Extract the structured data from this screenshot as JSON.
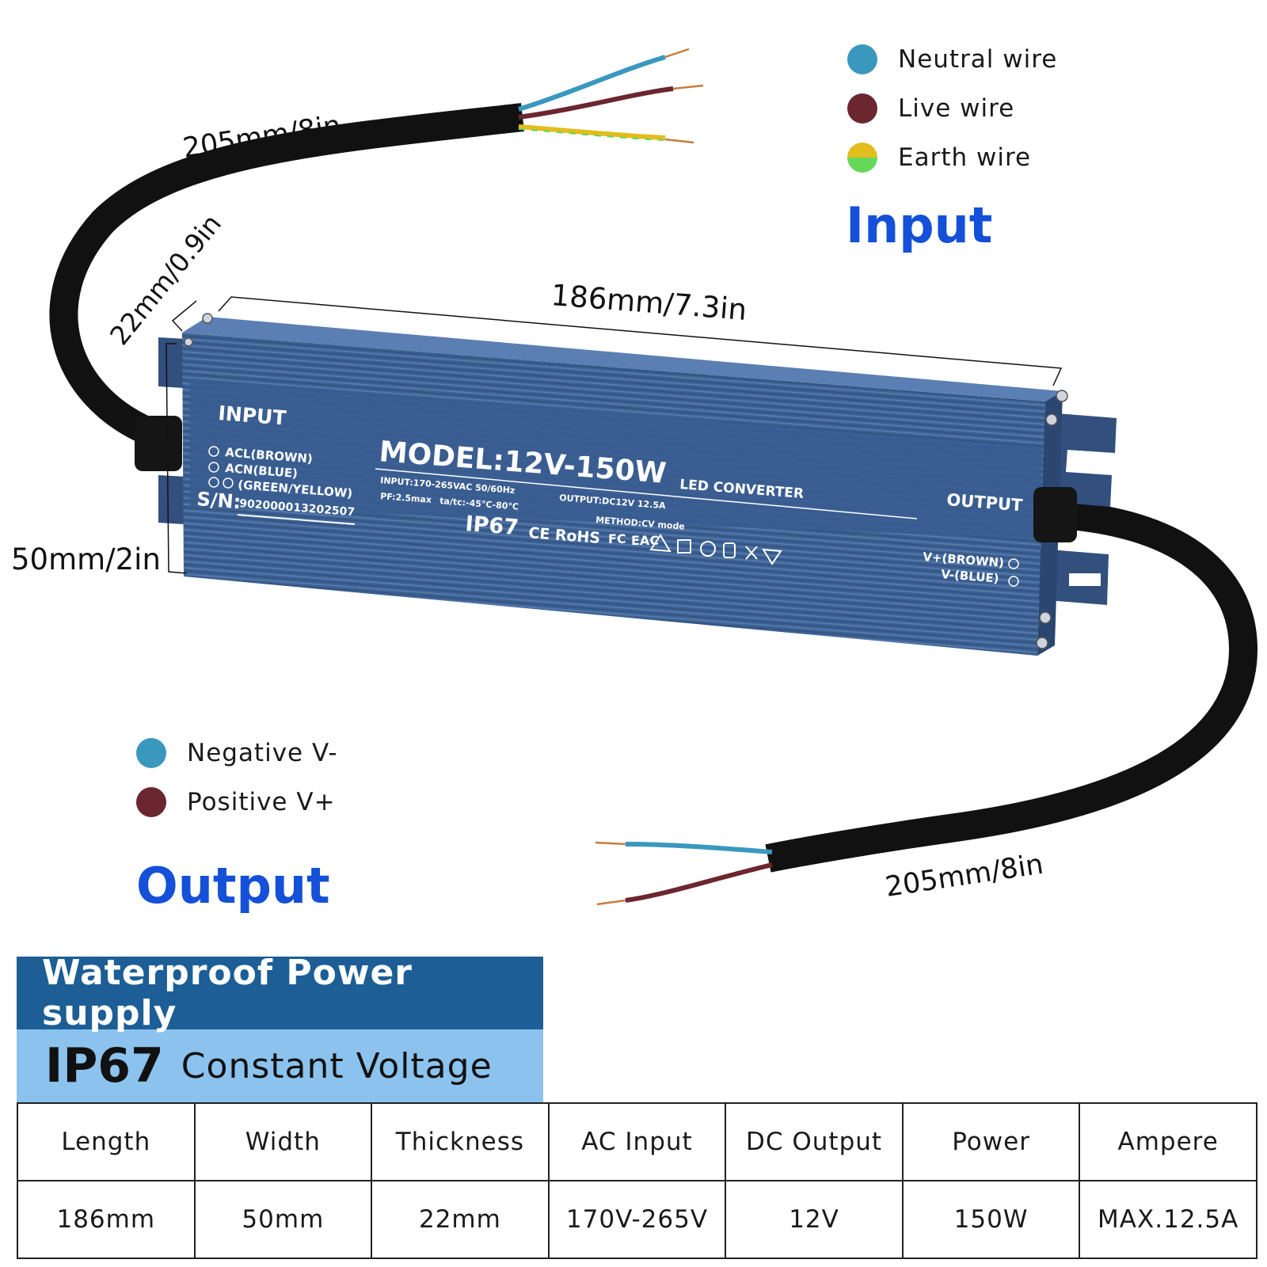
{
  "colors": {
    "neutral": "#3a98bf",
    "live": "#6b2630",
    "earth_yellow": "#e2bd1c",
    "earth_green": "#65d85a",
    "title_blue": "#1450d8",
    "banner_dark": "#1c5e95",
    "banner_light": "#8bc3ee",
    "housing": "#375a8c"
  },
  "input_legend": {
    "title": "Input",
    "items": [
      {
        "label": "Neutral wire",
        "icon": "neutral-dot-icon"
      },
      {
        "label": "Live wire",
        "icon": "live-dot-icon"
      },
      {
        "label": "Earth wire",
        "icon": "earth-dot-icon"
      }
    ]
  },
  "output_legend": {
    "title": "Output",
    "items": [
      {
        "label": "Negative V-",
        "icon": "negative-dot-icon"
      },
      {
        "label": "Positive V+",
        "icon": "positive-dot-icon"
      }
    ]
  },
  "dimensions": {
    "input_cable": "205mm/8in",
    "output_cable": "205mm/8in",
    "thickness": "22mm/0.9in",
    "length": "186mm/7.3in",
    "width": "50mm/2in"
  },
  "device_label": {
    "input_header": "INPUT",
    "acl": "ACL(BROWN)",
    "acn": "ACN(BLUE)",
    "earth": "(GREEN/YELLOW)",
    "sn_prefix": "S/N:",
    "sn": "902000013202507",
    "model": "MODEL:12V-150W",
    "led_converter": "LED CONVERTER",
    "input_spec": "INPUT:170-265VAC 50/60Hz",
    "pf": "PF:2.5max",
    "tatc": "ta/tc:-45°C-80°C",
    "output_spec": "OUTPUT:DC12V 12.5A",
    "method": "METHOD:CV mode",
    "ip": "IP67",
    "ce_rohs": "CE RoHS",
    "output_header": "OUTPUT",
    "vplus": "V+(BROWN)",
    "vminus": "V-(BLUE)"
  },
  "banner": {
    "title": "Waterproof Power supply",
    "ip": "IP67",
    "subtitle": "Constant Voltage"
  },
  "spec_table": {
    "headers": [
      "Length",
      "Width",
      "Thickness",
      "AC Input",
      "DC Output",
      "Power",
      "Ampere"
    ],
    "values": [
      "186mm",
      "50mm",
      "22mm",
      "170V-265V",
      "12V",
      "150W",
      "MAX.12.5A"
    ]
  }
}
